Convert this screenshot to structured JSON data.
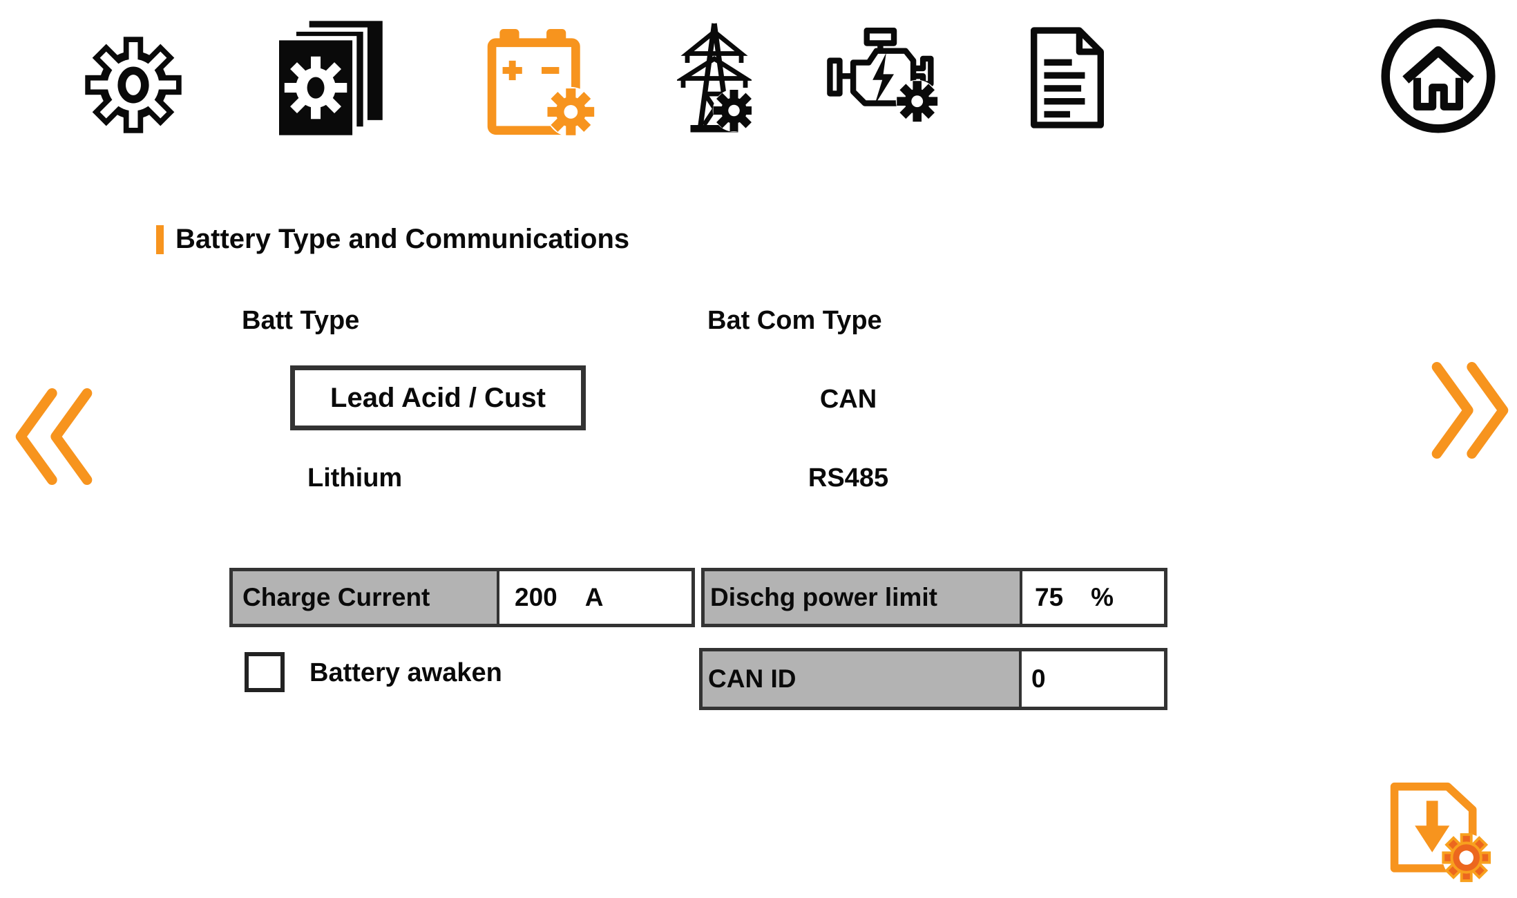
{
  "colors": {
    "accent": "#F7941E",
    "accent_dark": "#EC671E",
    "cell_gray": "#B3B3B3",
    "border_dark": "#333333",
    "icon_black": "#0a0a0a"
  },
  "toolbar": {
    "items": [
      {
        "name": "general-settings",
        "icon": "gear-icon",
        "active": false
      },
      {
        "name": "system-settings",
        "icon": "pages-gear-icon",
        "active": false
      },
      {
        "name": "battery-settings",
        "icon": "battery-gear-icon",
        "active": true
      },
      {
        "name": "grid-settings",
        "icon": "power-tower-gear-icon",
        "active": false
      },
      {
        "name": "generator-settings",
        "icon": "engine-gear-icon",
        "active": false
      },
      {
        "name": "report",
        "icon": "document-icon",
        "active": false
      },
      {
        "name": "home",
        "icon": "home-icon",
        "active": false
      }
    ]
  },
  "nav": {
    "prev_icon": "double-chevron-left-icon",
    "next_icon": "double-chevron-right-icon",
    "save_icon": "save-settings-icon"
  },
  "section": {
    "title": "Battery Type and Communications"
  },
  "battery_type": {
    "label": "Batt Type",
    "options": [
      {
        "label": "Lead Acid / Cust",
        "selected": true
      },
      {
        "label": "Lithium",
        "selected": false
      }
    ]
  },
  "com_type": {
    "label": "Bat Com Type",
    "options": [
      {
        "label": "CAN",
        "selected": false
      },
      {
        "label": "RS485",
        "selected": false
      }
    ]
  },
  "fields": {
    "charge_current": {
      "label": "Charge Current",
      "value": "200",
      "unit": "A"
    },
    "dischg_power_limit": {
      "label": "Dischg power limit",
      "value": "75",
      "unit": "%"
    },
    "battery_awaken": {
      "label": "Battery awaken",
      "checked": false
    },
    "can_id": {
      "label": "CAN ID",
      "value": "0"
    }
  }
}
